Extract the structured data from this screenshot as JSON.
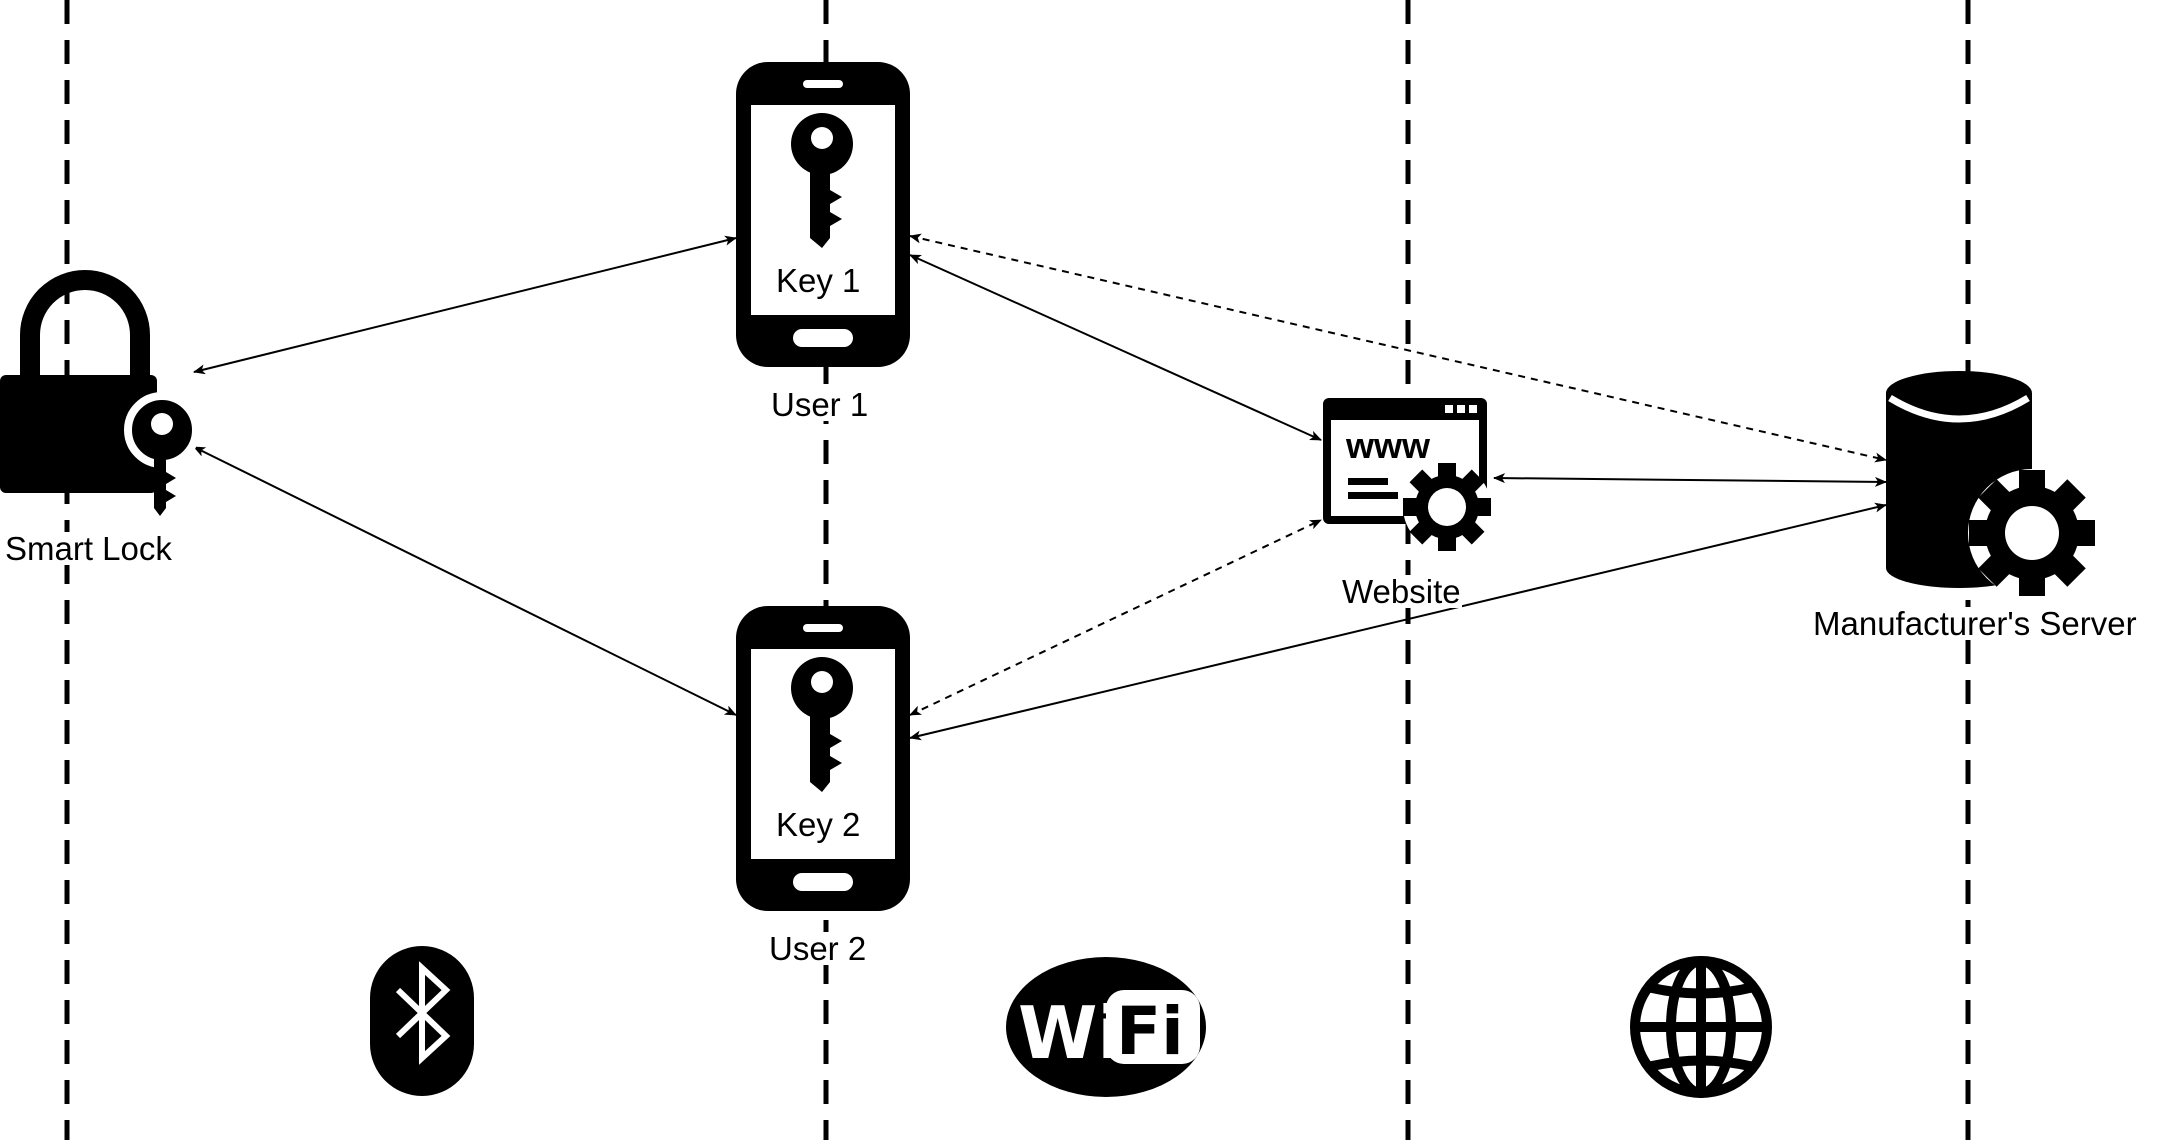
{
  "nodes": {
    "smart_lock": {
      "label": "Smart Lock"
    },
    "user1": {
      "label": "User 1",
      "key_label": "Key 1"
    },
    "user2": {
      "label": "User 2",
      "key_label": "Key 2"
    },
    "website": {
      "label": "Website",
      "icon_text": "www"
    },
    "server": {
      "label": "Manufacturer's Server"
    }
  },
  "links": [
    {
      "from": "smart_lock",
      "to": "user1",
      "style": "solid",
      "direction": "both"
    },
    {
      "from": "smart_lock",
      "to": "user2",
      "style": "solid",
      "direction": "both"
    },
    {
      "from": "user1",
      "to": "website",
      "style": "solid",
      "direction": "both"
    },
    {
      "from": "user1",
      "to": "server",
      "style": "dashed",
      "direction": "both"
    },
    {
      "from": "user2",
      "to": "website",
      "style": "dashed",
      "direction": "both"
    },
    {
      "from": "user2",
      "to": "server",
      "style": "solid",
      "direction": "both"
    },
    {
      "from": "website",
      "to": "server",
      "style": "solid",
      "direction": "both"
    }
  ],
  "channel_icons": [
    "bluetooth-icon",
    "wifi-icon",
    "globe-icon"
  ],
  "colors": {
    "ink": "#000000",
    "background": "#ffffff"
  }
}
